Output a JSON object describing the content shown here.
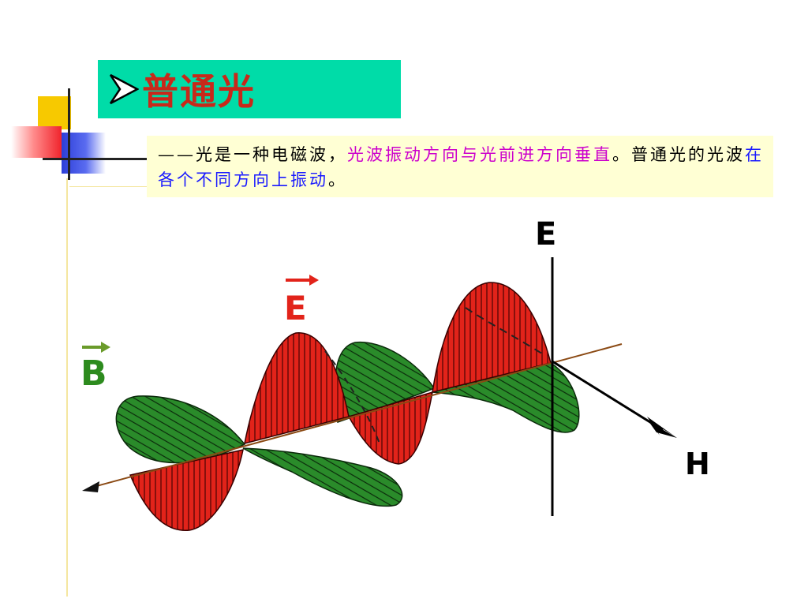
{
  "title": "普通光",
  "description": {
    "part1": "——光是一种电磁波，",
    "part2": "光波振动方向与光前进方向垂直",
    "part3": "。普通光的光波",
    "part4": "在各个不同方向上振动",
    "part5": "。"
  },
  "labels": {
    "e_vector": "E",
    "b_vector": "B",
    "e_axis": "E",
    "h_axis": "H"
  },
  "colors": {
    "title_bg": "#00dca8",
    "title_text": "#c8281a",
    "text_bg": "#ffffd4",
    "highlight_magenta": "#cc00cc",
    "highlight_blue": "#1a1aff",
    "e_wave": "#e2231a",
    "b_wave": "#2d8b1e"
  }
}
